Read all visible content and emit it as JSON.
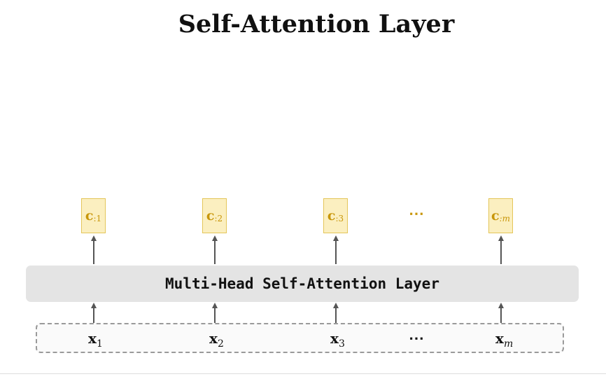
{
  "title": "Self-Attention Layer",
  "layer_label": "Multi-Head Self-Attention Layer",
  "outputs": [
    {
      "symbol": "c",
      "sub": ":1"
    },
    {
      "symbol": "c",
      "sub": ":2"
    },
    {
      "symbol": "c",
      "sub": ":3"
    },
    {
      "symbol": "c",
      "sub": ":m"
    }
  ],
  "inputs": [
    {
      "symbol": "x",
      "sub": "1"
    },
    {
      "symbol": "x",
      "sub": "2"
    },
    {
      "symbol": "x",
      "sub": "3"
    },
    {
      "symbol": "x",
      "sub": "m"
    }
  ],
  "ellipsis": "⋯",
  "colors": {
    "output_fill": "#fbefc0",
    "output_border": "#e4c65a",
    "output_text": "#c8960a",
    "layer_fill": "#e4e4e4",
    "arrow": "#555555",
    "input_border": "#9a9a9a"
  }
}
